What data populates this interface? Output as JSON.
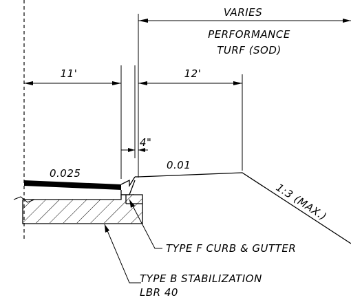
{
  "labels": {
    "varies": "VARIES",
    "performance_turf_1": "PERFORMANCE",
    "performance_turf_2": "TURF (SOD)",
    "dim_11": "11'",
    "dim_12": "12'",
    "dim_4": "4\"",
    "slope_pavement": "0.025",
    "slope_shoulder": "0.01",
    "slope_side": "1:3 (MAX.)",
    "curb_gutter": "TYPE F CURB & GUTTER",
    "stabilization_1": "TYPE B STABILIZATION",
    "stabilization_2": "LBR 40"
  }
}
